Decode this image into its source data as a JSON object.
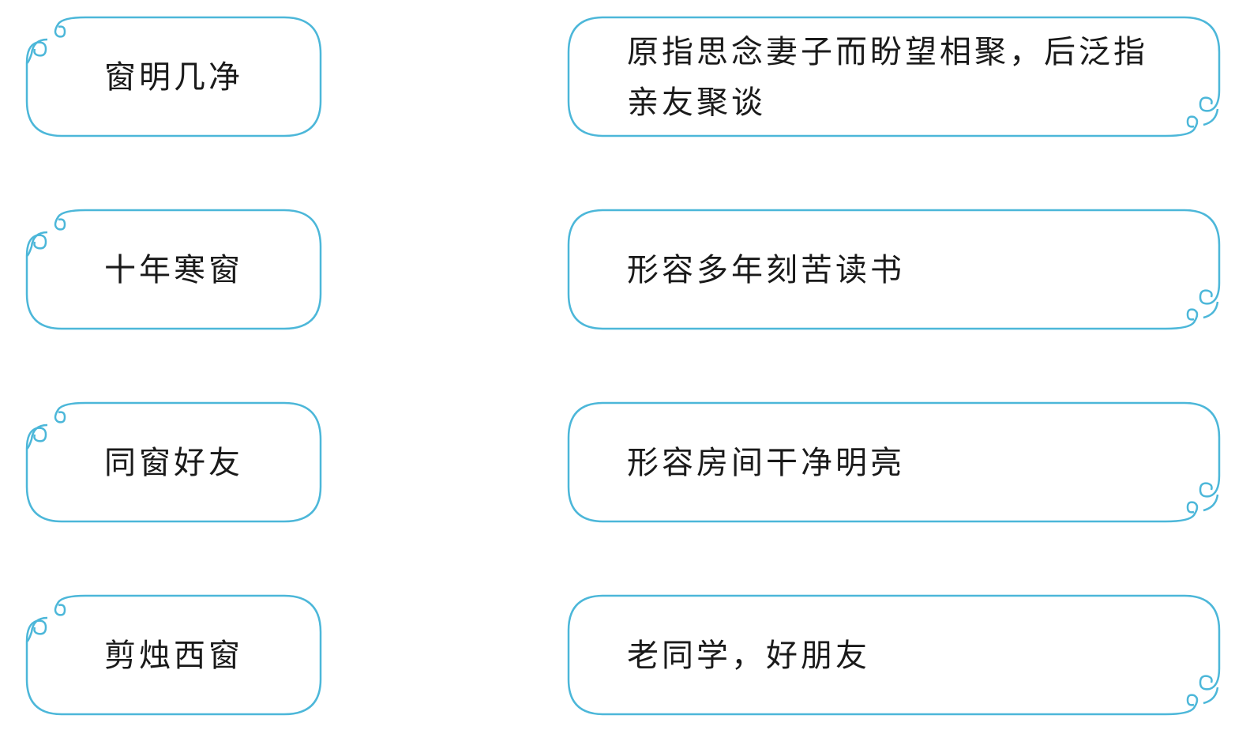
{
  "colors": {
    "border": "#4cb7d9",
    "text": "#1a1a1a",
    "background": "#ffffff"
  },
  "idioms": [
    {
      "label": "窗明几净"
    },
    {
      "label": "十年寒窗"
    },
    {
      "label": "同窗好友"
    },
    {
      "label": "剪烛西窗"
    }
  ],
  "meanings": [
    {
      "label": "原指思念妻子而盼望相聚，后泛指亲友聚谈"
    },
    {
      "label": "形容多年刻苦读书"
    },
    {
      "label": "形容房间干净明亮"
    },
    {
      "label": "老同学，好朋友"
    }
  ]
}
